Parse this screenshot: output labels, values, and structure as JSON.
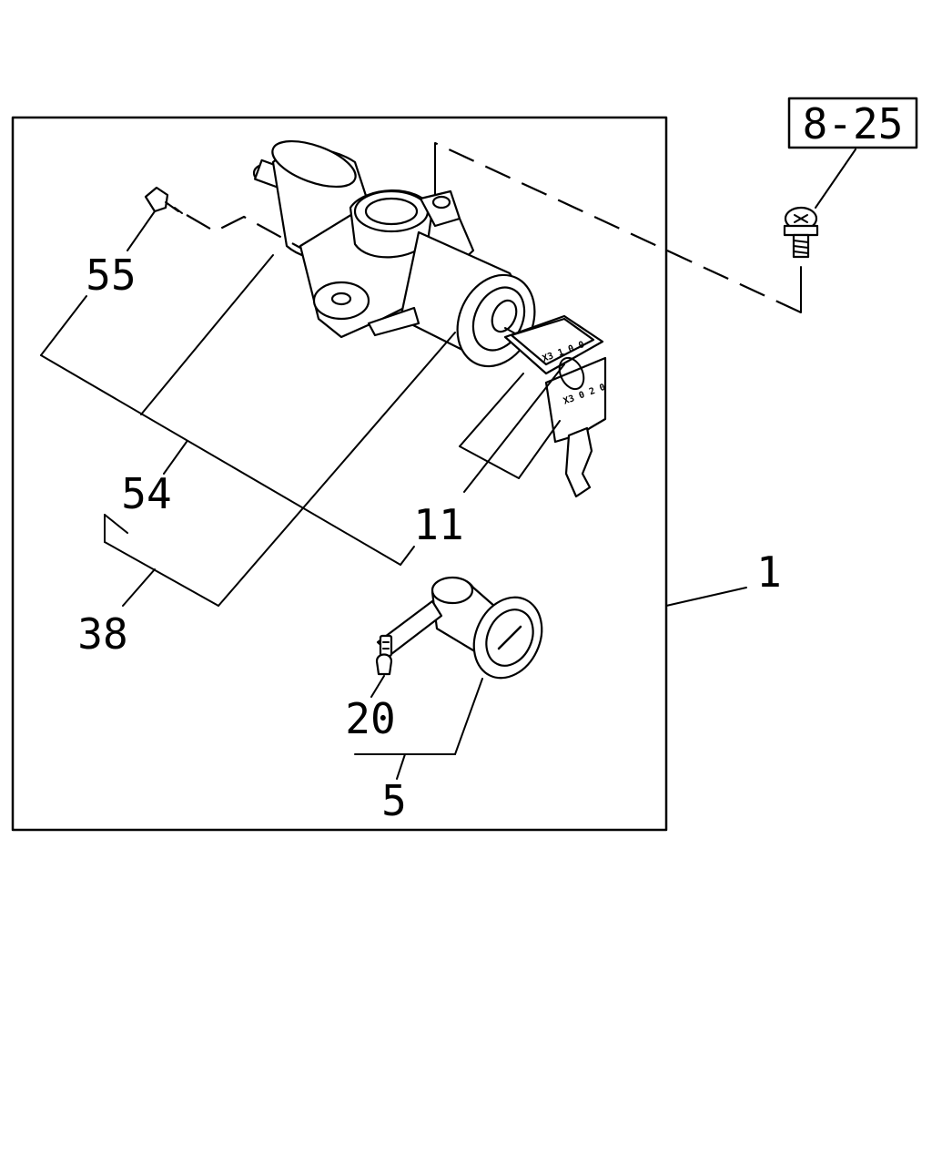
{
  "diagram": {
    "reference_label": "8-25",
    "callouts": {
      "assembly": "1",
      "door_lock_cylinder": "5",
      "key": "11",
      "lock_pin": "20",
      "ignition_cylinder": "38",
      "ignition_switch": "54",
      "screw": "55"
    },
    "key_stamps": {
      "key_head": "X3 1 0 0",
      "key_blade": "X3 0 2 0"
    }
  }
}
